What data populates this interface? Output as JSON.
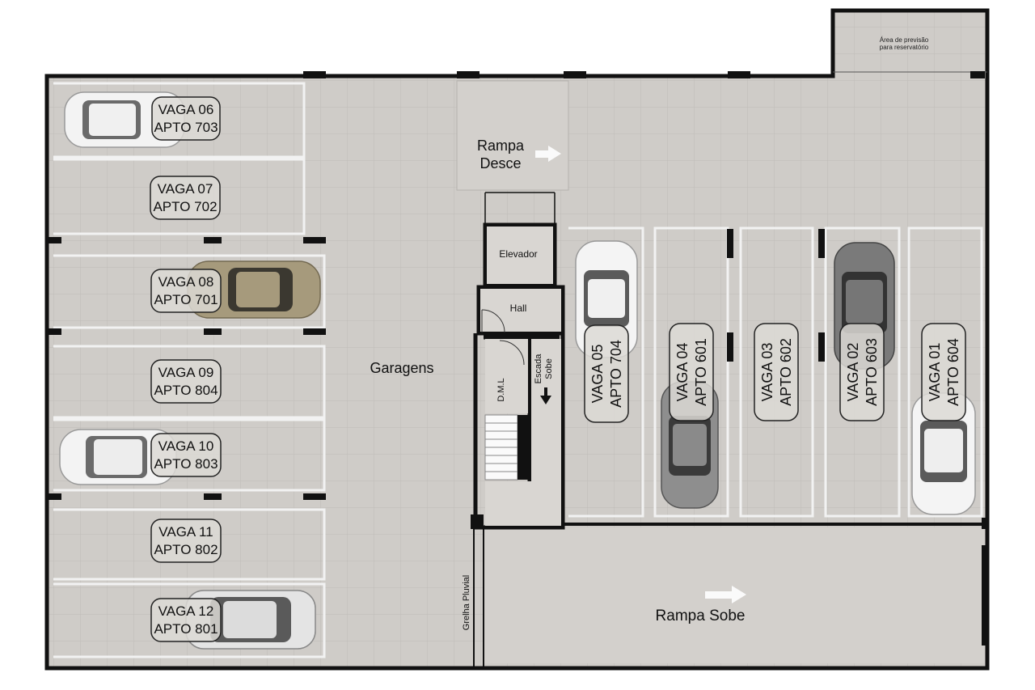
{
  "colors": {
    "wall": "#111111",
    "floor": "#cfccc8",
    "floor_light": "#d6d3cf",
    "stripe": "#f2f2f2",
    "label_border": "#222222",
    "label_bg": "#dcd9d5"
  },
  "reservoir_note": {
    "line1": "Área de previsão",
    "line2": "para reservatório"
  },
  "ramp_down": {
    "line1": "Rampa",
    "line2": "Desce"
  },
  "ramp_up": {
    "label": "Rampa Sobe"
  },
  "rooms": {
    "elevator": "Elevador",
    "hall": "Hall",
    "dml": "D.M.L",
    "stair_line1": "Escada",
    "stair_line2": "Sobe",
    "garages": "Garagens",
    "drain": "Grelha Pluvial"
  },
  "left_spaces": [
    {
      "vaga": "VAGA 06",
      "apto": "APTO 703",
      "car": "white"
    },
    {
      "vaga": "VAGA 07",
      "apto": "APTO 702",
      "car": "none"
    },
    {
      "vaga": "VAGA 08",
      "apto": "APTO 701",
      "car": "bronze"
    },
    {
      "vaga": "VAGA 09",
      "apto": "APTO 804",
      "car": "none"
    },
    {
      "vaga": "VAGA 10",
      "apto": "APTO 803",
      "car": "white"
    },
    {
      "vaga": "VAGA 11",
      "apto": "APTO 802",
      "car": "none"
    },
    {
      "vaga": "VAGA 12",
      "apto": "APTO 801",
      "car": "silver"
    }
  ],
  "right_spaces": [
    {
      "vaga": "VAGA 05",
      "apto": "APTO 704",
      "car": "white"
    },
    {
      "vaga": "VAGA 04",
      "apto": "APTO 601",
      "car": "gray"
    },
    {
      "vaga": "VAGA 03",
      "apto": "APTO 602",
      "car": "none"
    },
    {
      "vaga": "VAGA 02",
      "apto": "APTO 603",
      "car": "darkgray"
    },
    {
      "vaga": "VAGA 01",
      "apto": "APTO 604",
      "car": "white"
    }
  ]
}
